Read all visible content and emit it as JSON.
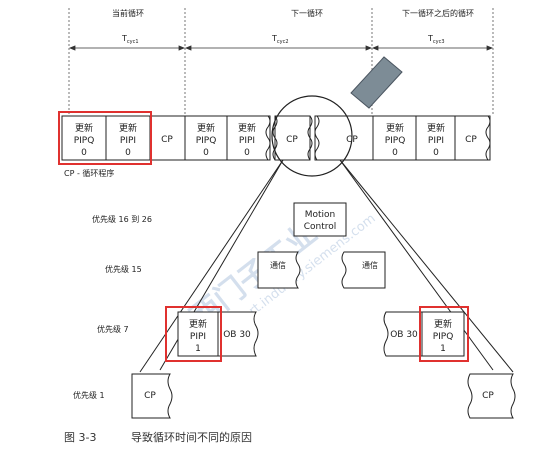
{
  "top_headers": {
    "current_cycle": "当前循环",
    "next_cycle": "下一循环",
    "after_next_cycle": "下一循环之后的循环"
  },
  "cycle_times": {
    "t1": "T",
    "t1_sub": "cyc1",
    "t2": "T",
    "t2_sub": "cyc2",
    "t3": "T",
    "t3_sub": "cyc3"
  },
  "blocks": {
    "update_label": "更新",
    "pipq": "PIPQ",
    "pipi": "PIPI",
    "zero": "0",
    "one": "1",
    "cp": "CP",
    "ob30": "OB 30",
    "comm": "通信",
    "motion1": "Motion",
    "motion2": "Control"
  },
  "legend_cp": "CP - 循环程序",
  "priorities": {
    "p16_26": "优先级 16 到 26",
    "p15": "优先级 15",
    "p7": "优先级 7",
    "p1": "优先级 1"
  },
  "watermark": "西门子工业 support.industry.siemens.com",
  "caption": {
    "number": "图 3-3",
    "text": "导致循环时间不同的原因"
  },
  "colors": {
    "highlight": "#e0312f",
    "cable": "#7d8c96",
    "line": "#222222"
  }
}
